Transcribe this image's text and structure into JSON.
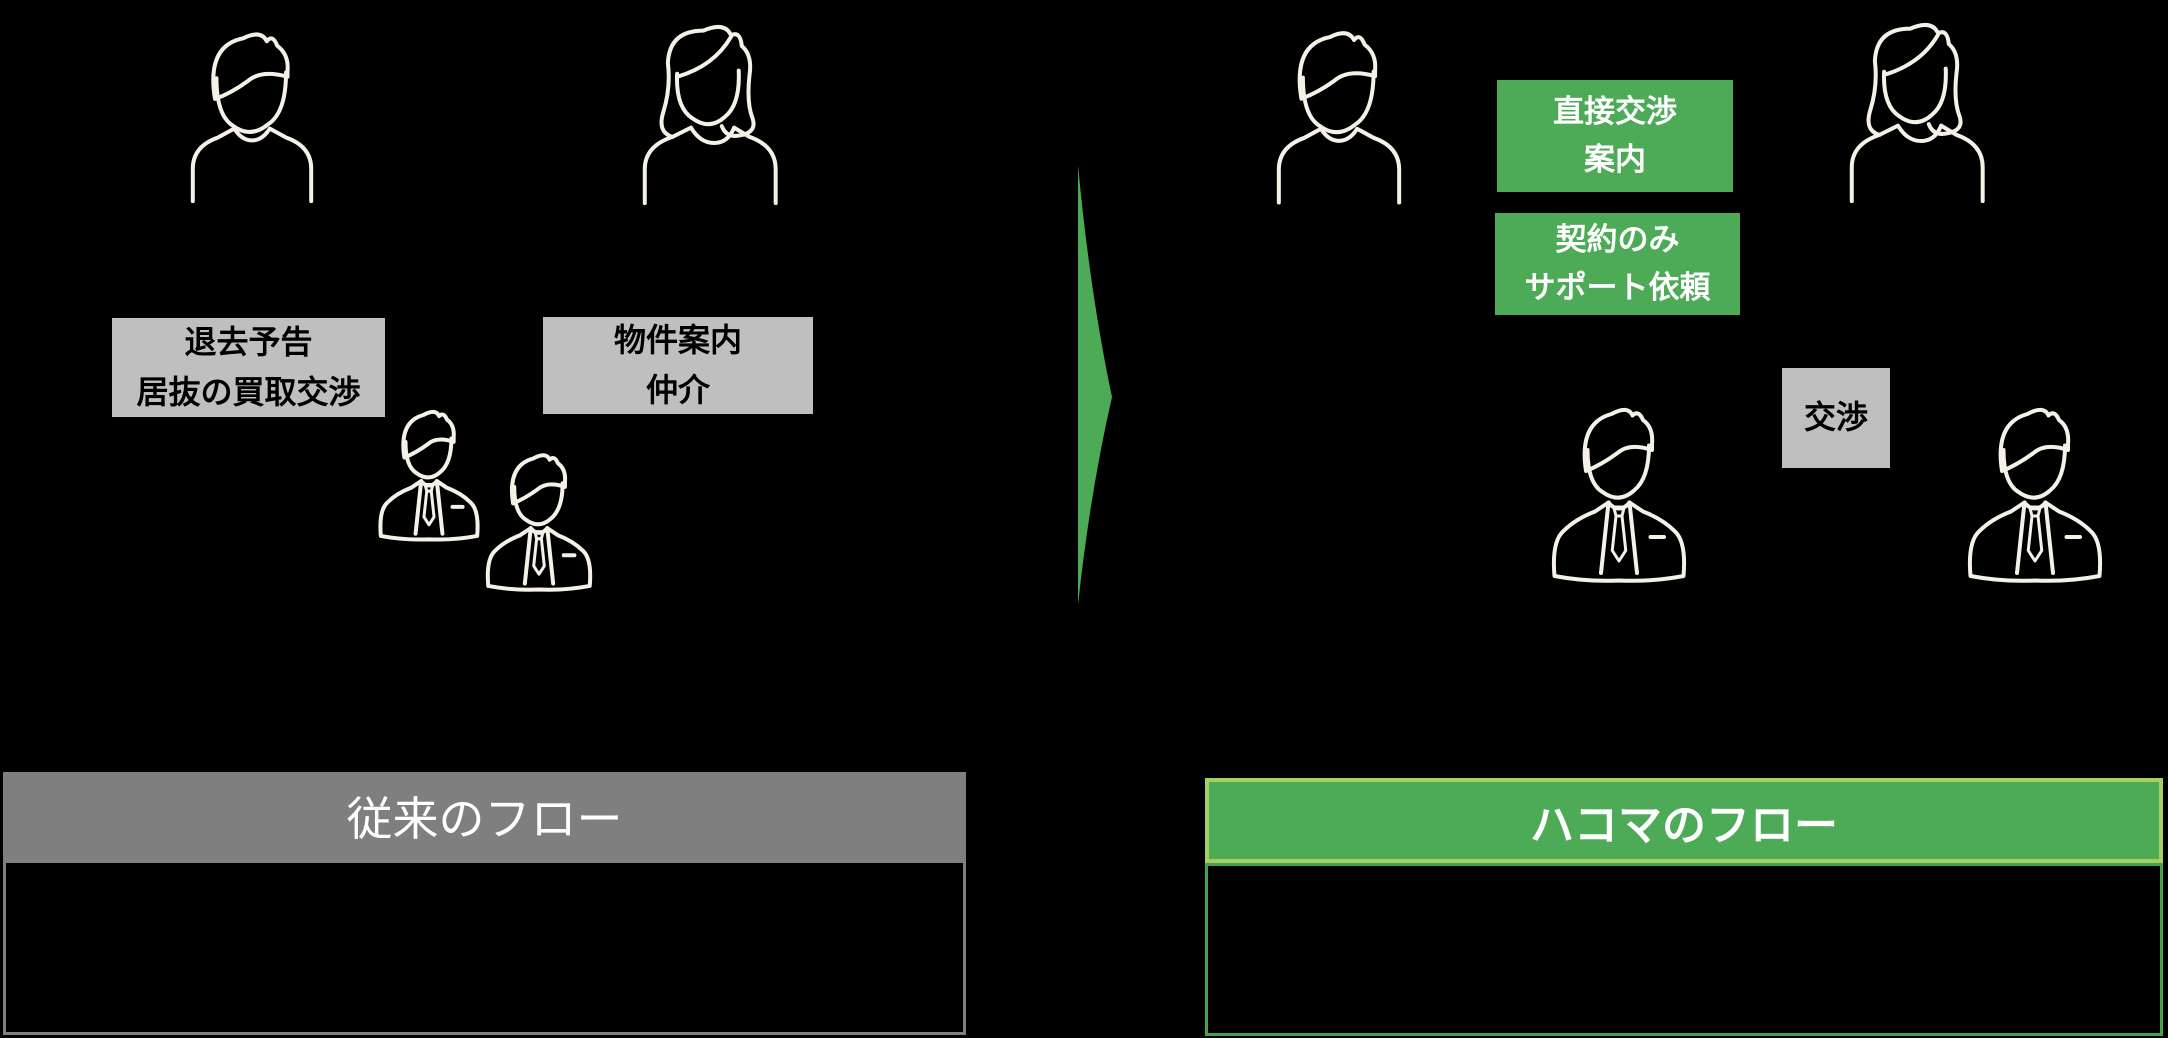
{
  "diagram": {
    "left_flow": {
      "footer_title": "従来のフロー",
      "tenant_to_agent_box": {
        "line1": "退去予告",
        "line2": "居抜の買取交渉"
      },
      "agent_to_buyer_box": {
        "line1": "物件案内",
        "line2": "仲介"
      }
    },
    "right_flow": {
      "footer_title": "ハコマのフロー",
      "direct_box": {
        "line1": "直接交渉",
        "line2": "案内"
      },
      "contract_box": {
        "line1": "契約のみ",
        "line2": "サポート依頼"
      },
      "negotiation_box": {
        "line1": "交渉"
      }
    },
    "icons": {
      "tenant_left": "man-outline-icon",
      "buyer_left": "woman-outline-icon",
      "agents_left": "two-businessmen-overlap-icon",
      "transition": "right-chevron-arrow-icon",
      "tenant_right": "man-outline-icon",
      "buyer_right": "woman-outline-icon",
      "agent_right_1": "businessman-suit-icon",
      "agent_right_2": "businessman-suit-icon"
    },
    "colors": {
      "background": "#000000",
      "accent_green": "#4DAB57",
      "light_green_border": "#A6CE61",
      "body_green_border": "#45A34E",
      "label_gray": "#BFBFBF",
      "header_gray": "#7F7F7F",
      "icon_stroke": "#F6F1E7",
      "text_on_green": "#FFFFFF",
      "text_on_gray": "#000000"
    }
  }
}
